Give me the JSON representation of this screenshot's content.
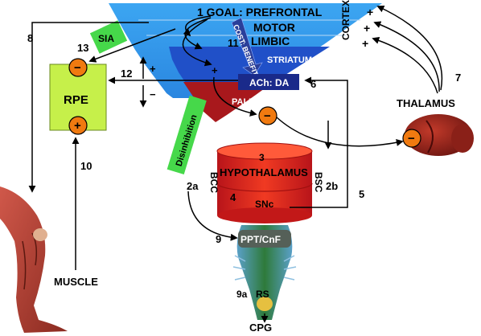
{
  "cortex": {
    "goal": "1 GOAL: PREFRONTAL",
    "motor": "MOTOR",
    "limbic": "LIMBIC",
    "side_label": "CORTEX",
    "plus": "+",
    "cost_benefit": "COST: BENEFIT",
    "num_11": "11"
  },
  "striatum": "STRIATUM",
  "ach_da": "ACh: DA",
  "num_6": "6",
  "pallidum": "PALLIDUM",
  "minus": "−",
  "plus_sign": "+",
  "rpe": {
    "label": "RPE",
    "minus": "−",
    "plus": "+"
  },
  "sia": "SIA",
  "num_8": "8",
  "num_13": "13",
  "num_12": "12",
  "arrow_plus": "+",
  "arrow_minus": "−",
  "disinhibition": "Disinhibition",
  "hypothalamus": {
    "num": "3",
    "label": "HYPOTHALAMUS"
  },
  "snc": {
    "num": "4",
    "label": "SNc"
  },
  "bcc": "BCC",
  "bsc": "BSC",
  "num_2a": "2a",
  "num_2b": "2b",
  "num_5": "5",
  "num_7": "7",
  "thalamus": {
    "label": "THALAMUS",
    "minus": "−"
  },
  "num_10": "10",
  "muscle": "MUSCLE",
  "num_9": "9",
  "ppt": "PPT/CnF",
  "rs": {
    "num": "9a",
    "label": "RS"
  },
  "cpg": "CPG",
  "colors": {
    "cortex": "#2f97ea",
    "striatum": "#2050c8",
    "pallidum": "#a8181c",
    "rpe_box": "#c6f04a",
    "sia_box": "#46d84a",
    "circle": "#f07a10",
    "hypothalamus": "#e0281c"
  }
}
